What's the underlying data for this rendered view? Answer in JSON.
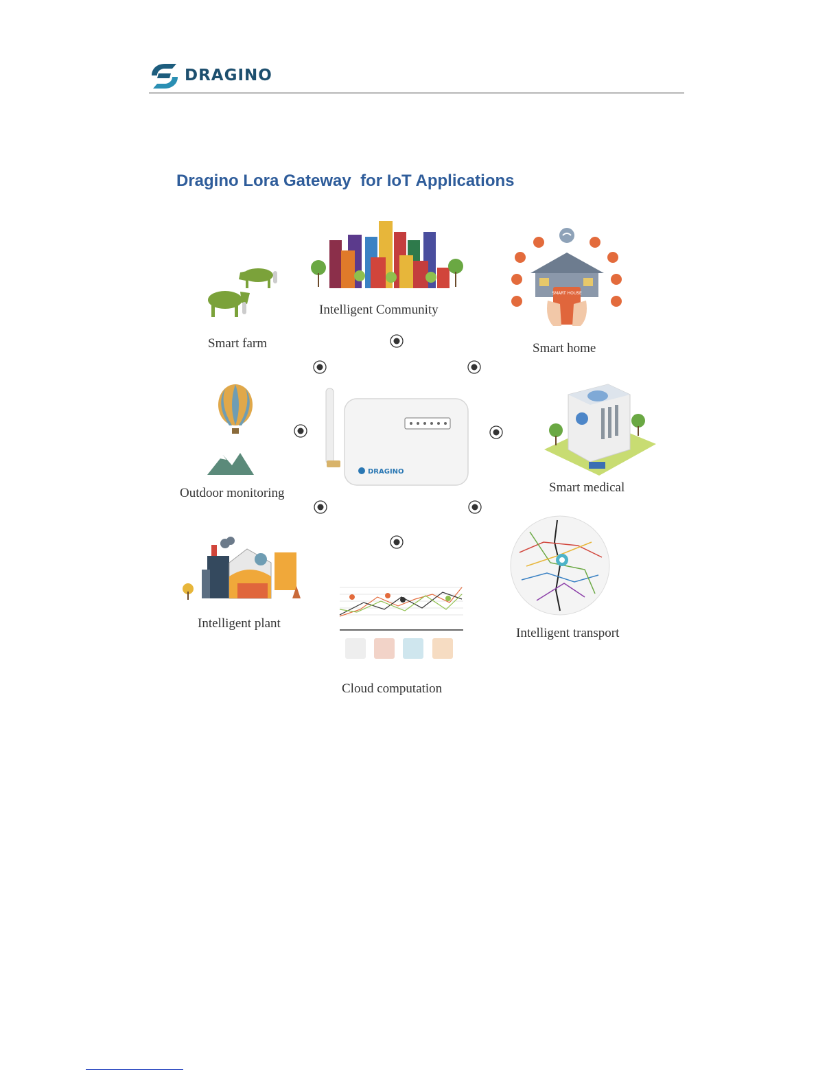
{
  "header": {
    "logo_text": "DRAGINO",
    "logo_icon": "dragino-logo-icon",
    "brand_color": "#1d4f6e"
  },
  "doc_title": "Dragino Lora Gateway  for IoT Applications",
  "title_color": "#2e5c9a",
  "figure": {
    "labels": {
      "smart_farm": "Smart farm",
      "intelligent_community": "Intelligent Community",
      "smart_home": "Smart home",
      "outdoor_monitoring": "Outdoor monitoring",
      "smart_medical": "Smart medical",
      "intelligent_plant": "Intelligent plant",
      "intelligent_transport": "Intelligent transport",
      "cloud_computation": "Cloud computation"
    },
    "gateway_logo_text": "DRAGINO",
    "smart_house_sign": "SMART HOUSE"
  }
}
